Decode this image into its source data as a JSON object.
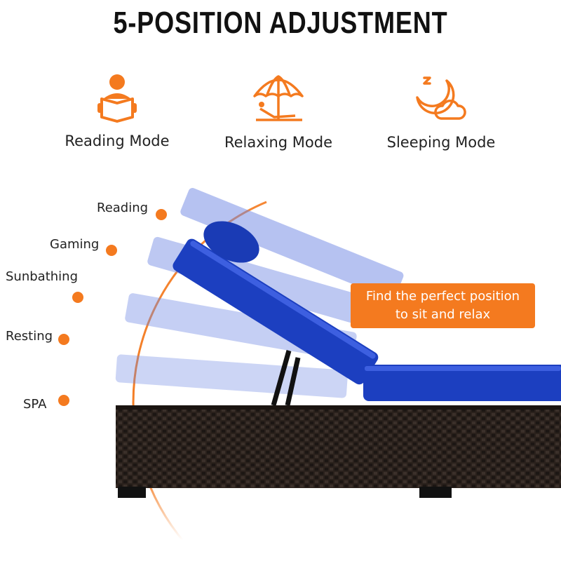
{
  "title": "5-POSITION ADJUSTMENT",
  "modes": [
    {
      "label": "Reading Mode",
      "icon": "reading-person-icon"
    },
    {
      "label": "Relaxing Mode",
      "icon": "beach-umbrella-lounger-icon"
    },
    {
      "label": "Sleeping Mode",
      "icon": "moon-cloud-icon"
    }
  ],
  "positions": [
    "Reading",
    "Gaming",
    "Sunbathing",
    "Resting",
    "SPA"
  ],
  "callout": {
    "line1": "Find the perfect position",
    "line2": "to sit and relax"
  },
  "colors": {
    "accent": "#f47a1f",
    "cushion": "#1c3fc0",
    "wicker": "#2a211c"
  }
}
